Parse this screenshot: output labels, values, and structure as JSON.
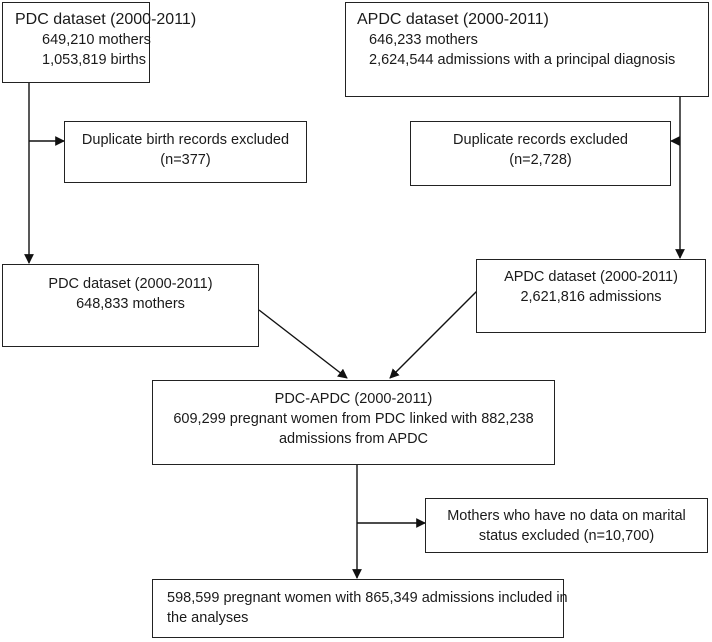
{
  "boxes": {
    "pdc_raw": {
      "line1": "PDC dataset (2000-2011)",
      "line2": "649,210 mothers",
      "line3": "1,053,819 births"
    },
    "apdc_raw": {
      "line1": "APDC dataset (2000-2011)",
      "line2": "646,233 mothers",
      "line3": "2,624,544 admissions with a principal diagnosis"
    },
    "pdc_excluded": {
      "line1": "Duplicate birth records excluded",
      "line2": "(n=377)"
    },
    "apdc_excluded": {
      "line1": "Duplicate records excluded",
      "line2": "(n=2,728)"
    },
    "pdc_clean": {
      "line1": "PDC dataset (2000-2011)",
      "line2": "648,833 mothers"
    },
    "apdc_clean": {
      "line1": "APDC dataset (2000-2011)",
      "line2": "2,621,816 admissions"
    },
    "linked": {
      "line1": "PDC-APDC (2000-2011)",
      "line2": "609,299 pregnant women from PDC linked with 882,238",
      "line3": "admissions from APDC"
    },
    "marital_excluded": {
      "line1": "Mothers who have no data on marital",
      "line2": "status excluded (n=10,700)"
    },
    "final": {
      "line1": "598,599 pregnant women with 865,349 admissions included in",
      "line2": "the analyses"
    }
  }
}
